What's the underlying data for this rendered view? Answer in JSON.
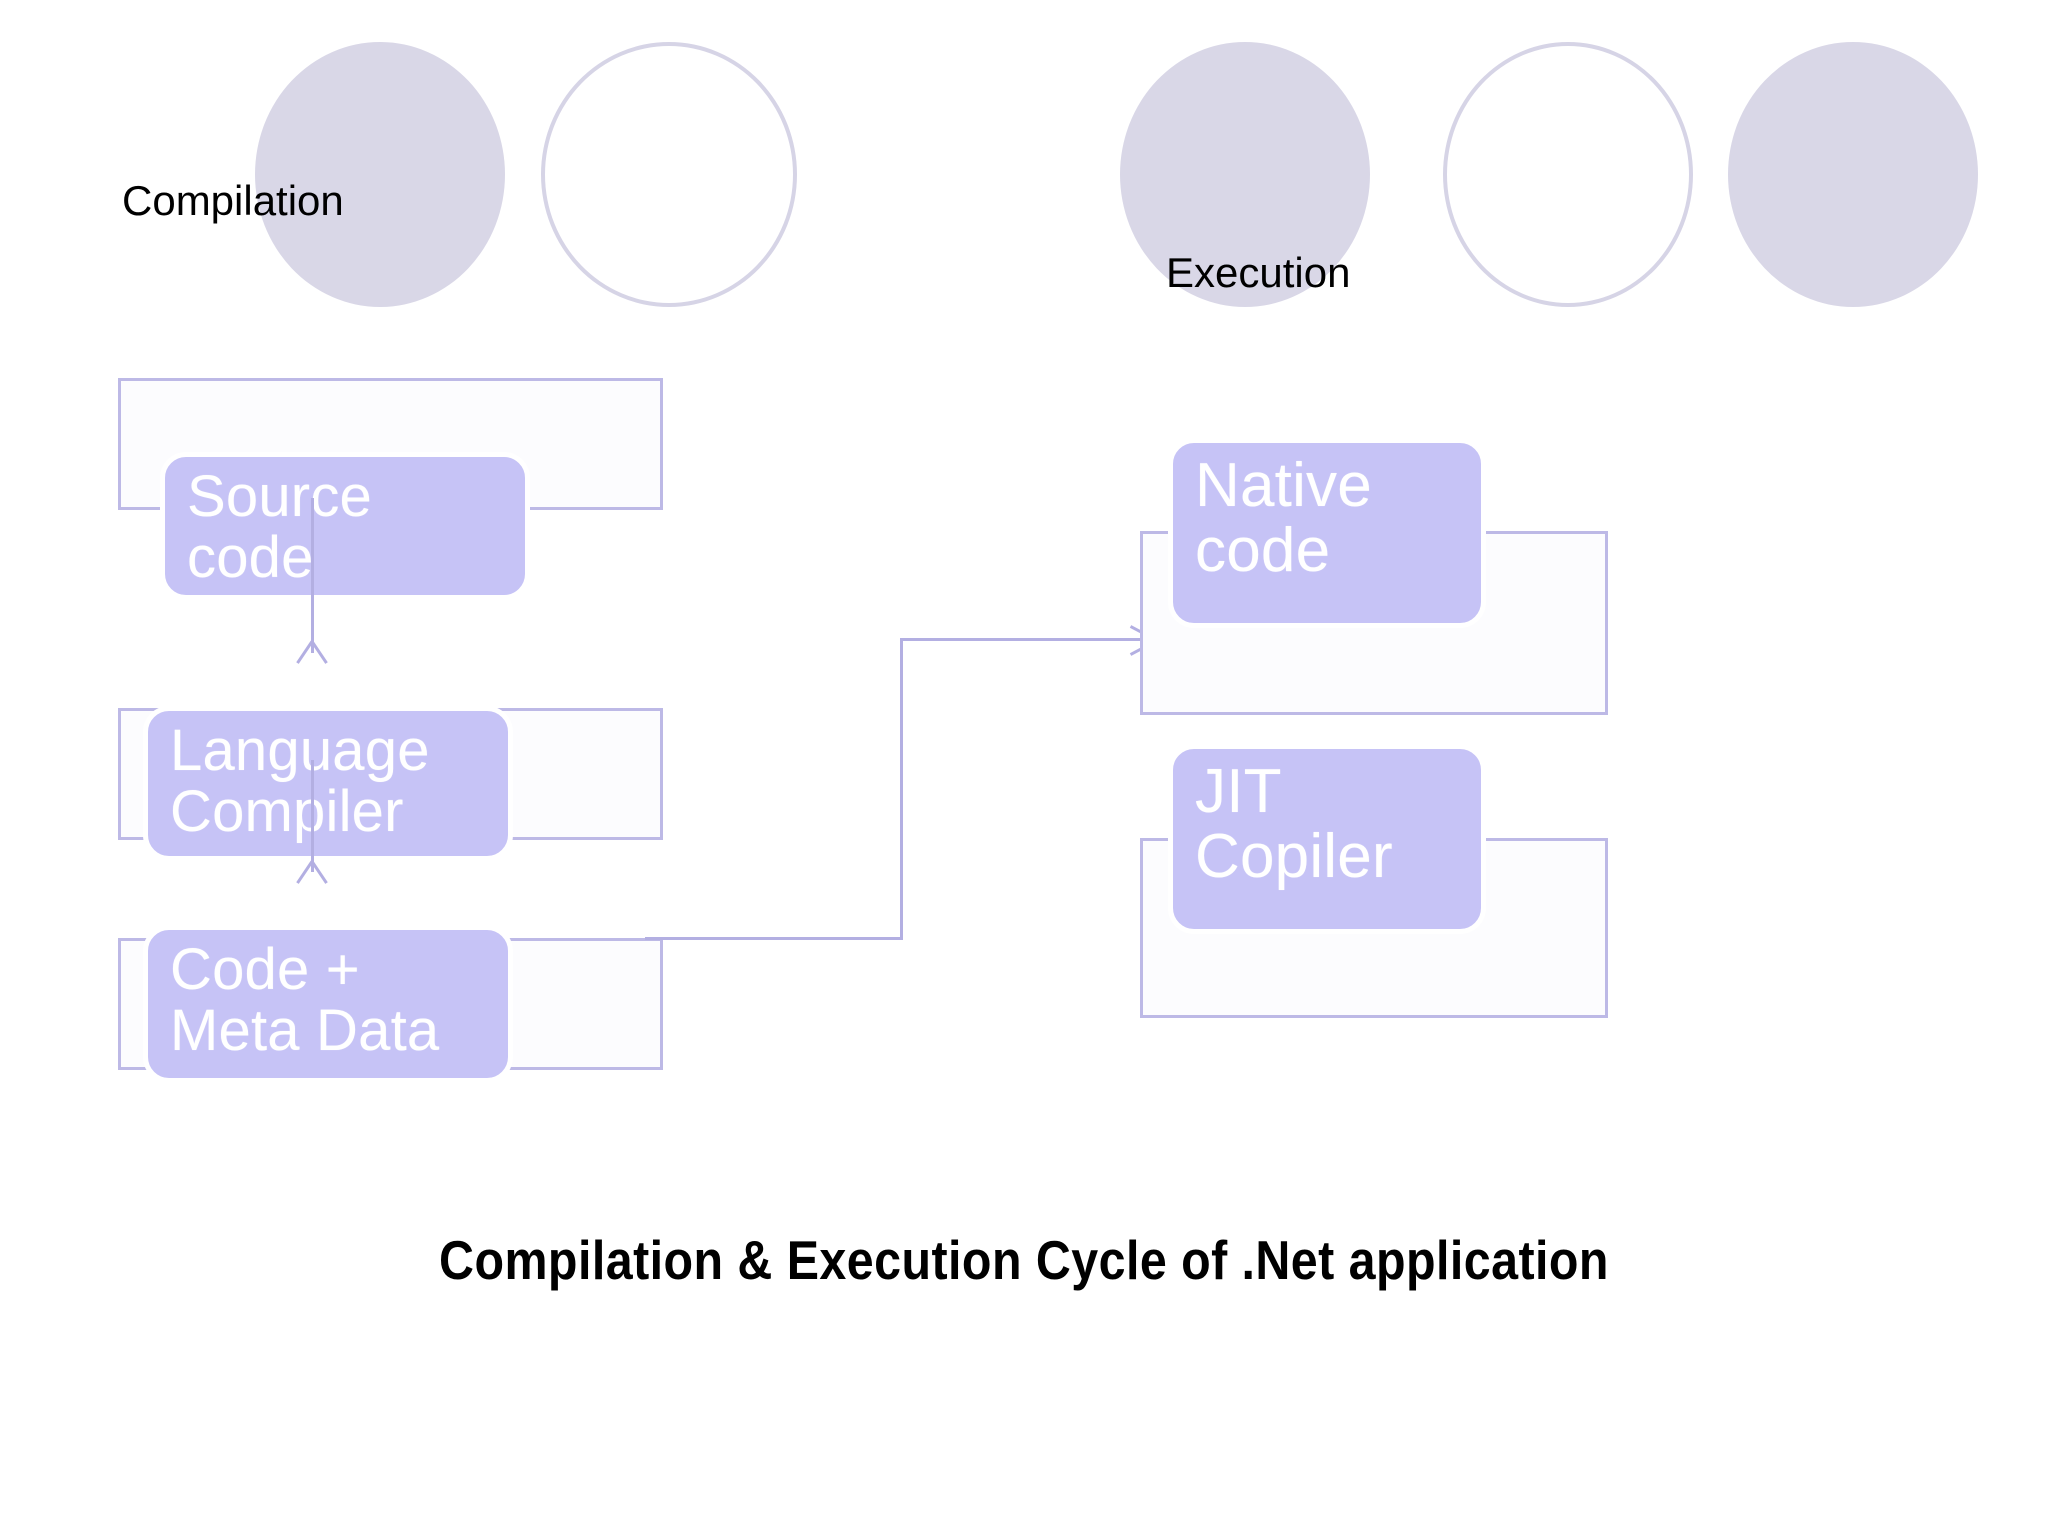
{
  "slide": {
    "background_color": "#ffffff",
    "title": "Compilation & Execution Cycle of .Net application"
  },
  "palette": {
    "chip_fill": "#c6c3f6",
    "chip_text": "#ffffff",
    "circle_fill": "#d9d7e7",
    "circle_outline": "#d6d4e6",
    "box_border": "#bdb9e6",
    "box_fill": "#fcfcfe",
    "connector": "#b3afe2",
    "caption_text": "#000000",
    "title_text": "#000000"
  },
  "sections": [
    {
      "id": "compilation",
      "label": "Compilation"
    },
    {
      "id": "execution",
      "label": "Execution"
    }
  ],
  "decorative_circles": [
    {
      "id": "circle-1",
      "style": "filled"
    },
    {
      "id": "circle-2",
      "style": "outline"
    },
    {
      "id": "circle-3",
      "style": "filled"
    },
    {
      "id": "circle-4",
      "style": "outline"
    },
    {
      "id": "circle-5",
      "style": "filled"
    }
  ],
  "nodes": {
    "source_code": {
      "line1": "Source",
      "line2": "code"
    },
    "language_compiler": {
      "line1": "Language",
      "line2": "Compiler"
    },
    "code_meta_data": {
      "line1": "Code +",
      "line2": "Meta Data"
    },
    "native_code": {
      "line1": "Native",
      "line2": "code"
    },
    "jit_compiler": {
      "line1": "JIT",
      "line2": "Copiler"
    }
  },
  "flow": {
    "edges": [
      {
        "from": "source_code",
        "to": "language_compiler",
        "kind": "arrow-down"
      },
      {
        "from": "language_compiler",
        "to": "code_meta_data",
        "kind": "arrow-down"
      },
      {
        "from": "code_meta_data",
        "to": "native_code",
        "kind": "elbow-arrow-right"
      }
    ]
  }
}
